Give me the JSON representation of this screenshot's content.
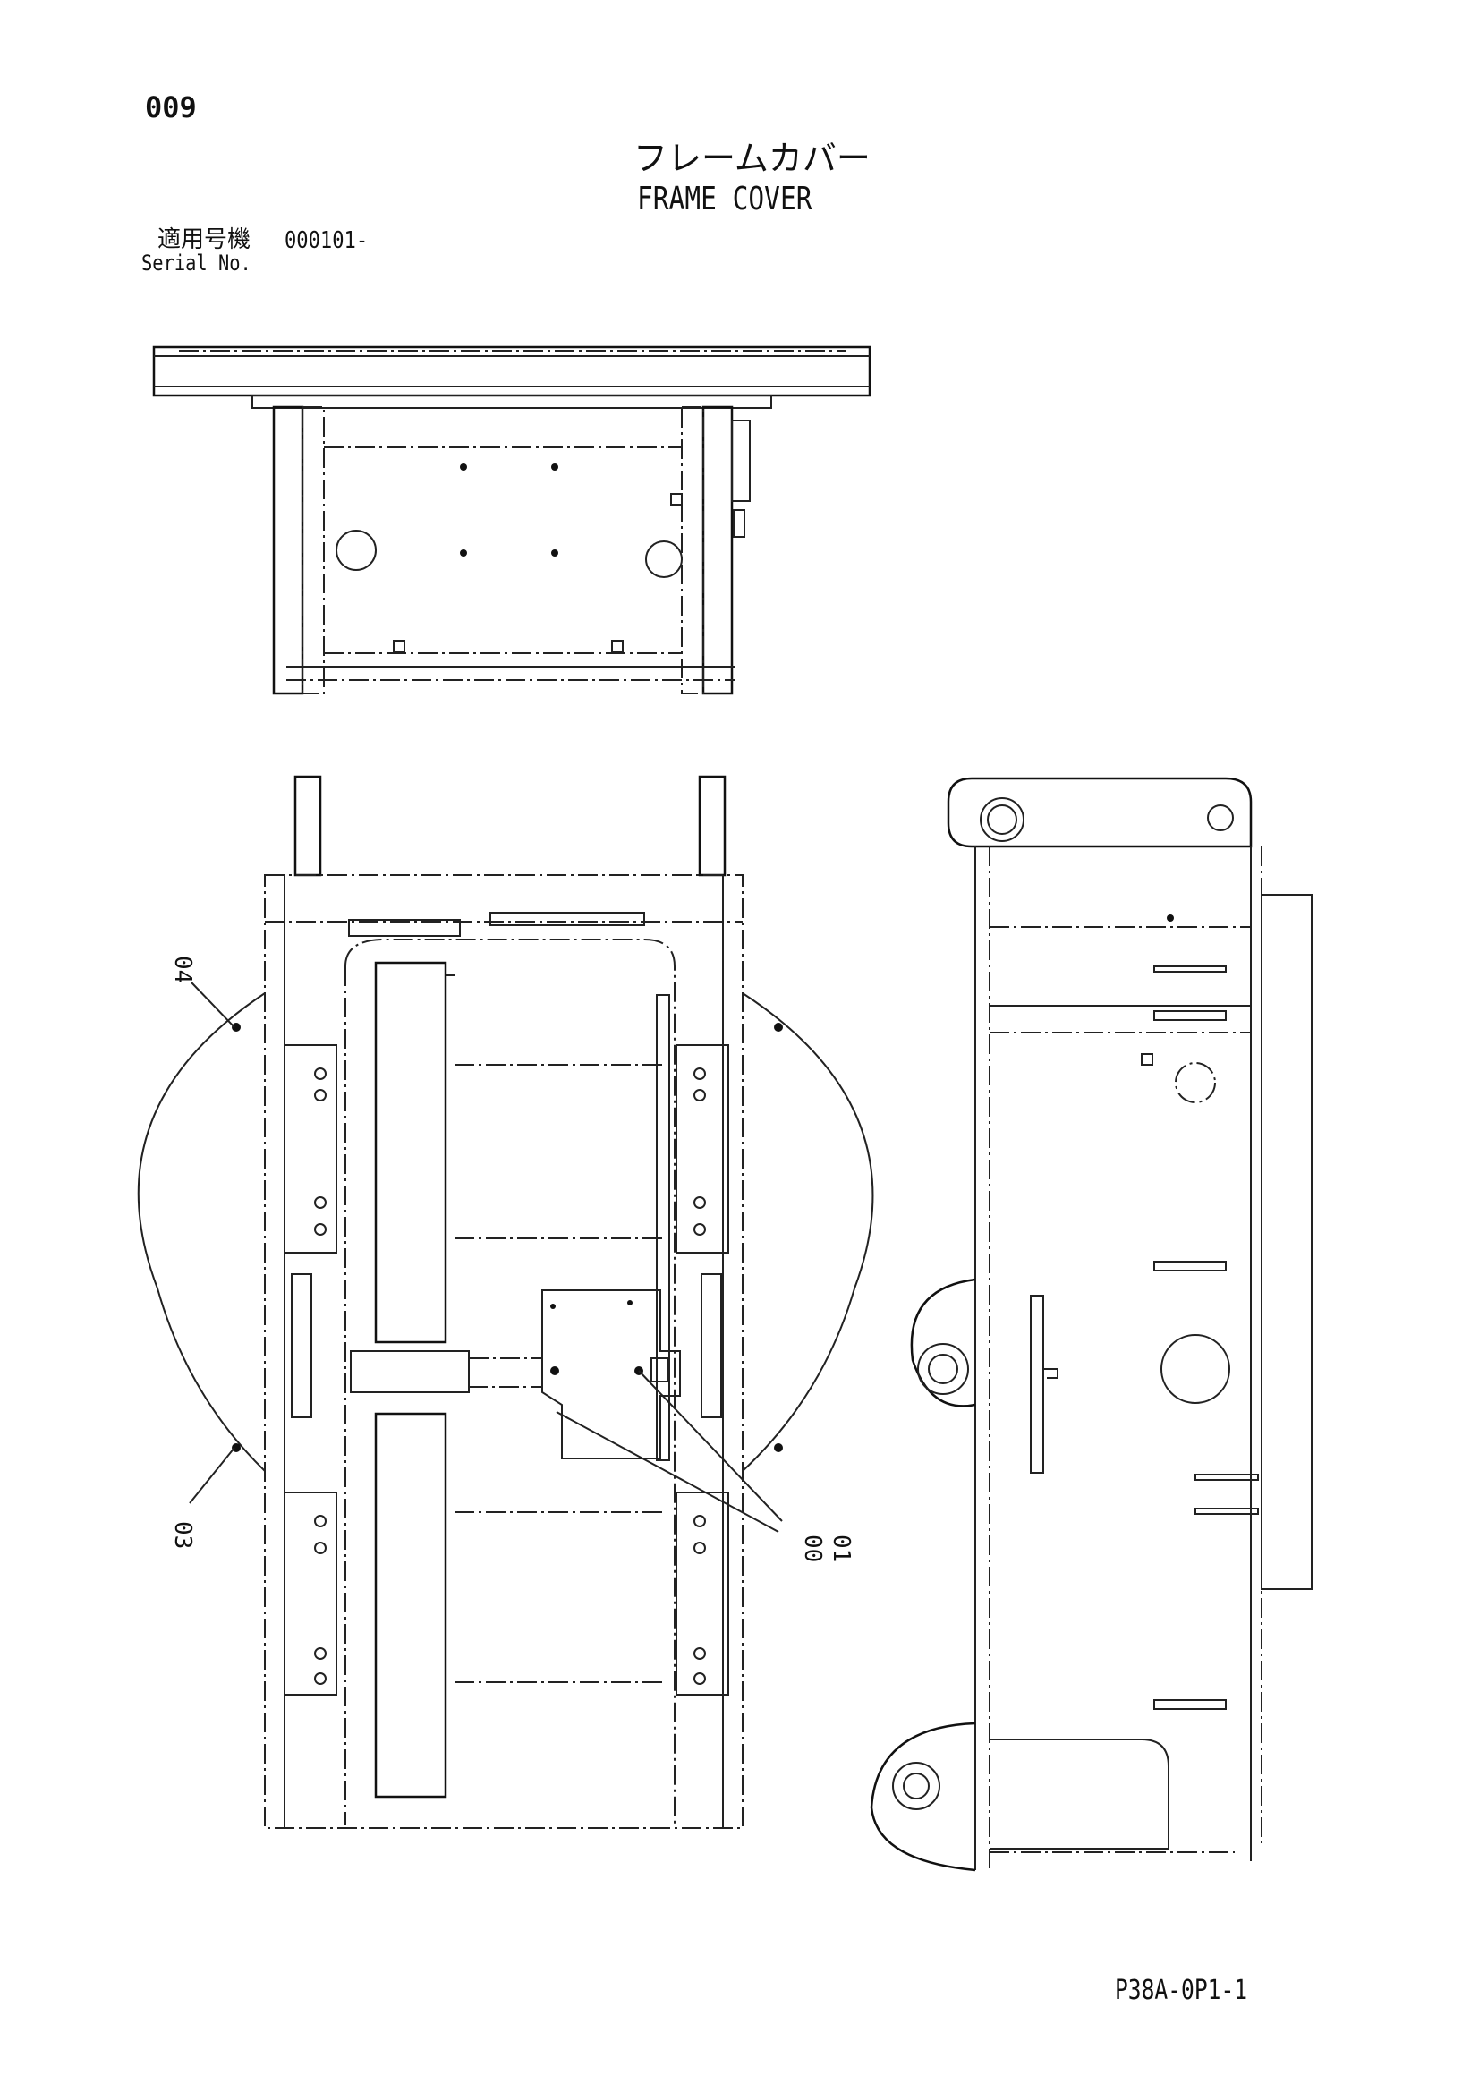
{
  "page": {
    "number": "009",
    "drawing_code": "P38A-0P1-1"
  },
  "title": {
    "japanese": "フレームカバー",
    "english": "FRAME COVER"
  },
  "serial": {
    "label_japanese": "適用号機",
    "range": "000101-",
    "label_english": "Serial No."
  },
  "callouts": [
    "04",
    "03",
    "00",
    "01"
  ],
  "icons": [
    "frame-top-view-drawing",
    "frame-bottom-view-drawing",
    "frame-side-view-drawing"
  ]
}
